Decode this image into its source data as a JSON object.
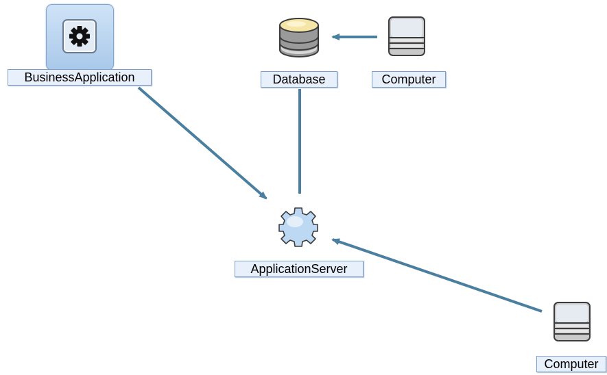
{
  "diagram": {
    "nodes": [
      {
        "id": "business-application",
        "label": "BusinessApplication",
        "icon": "gear-icon",
        "selected": true
      },
      {
        "id": "database",
        "label": "Database",
        "icon": "database-icon",
        "selected": false
      },
      {
        "id": "computer-top",
        "label": "Computer",
        "icon": "server-icon",
        "selected": false
      },
      {
        "id": "application-server",
        "label": "ApplicationServer",
        "icon": "app-server-gear-icon",
        "selected": false
      },
      {
        "id": "computer-bottom",
        "label": "Computer",
        "icon": "server-icon",
        "selected": false
      }
    ],
    "edges": [
      {
        "from": "business-application",
        "to": "application-server",
        "arrow": true
      },
      {
        "from": "computer-top",
        "to": "database",
        "arrow": true
      },
      {
        "from": "database",
        "to": "application-server",
        "arrow": false
      },
      {
        "from": "computer-bottom",
        "to": "application-server",
        "arrow": true
      }
    ],
    "colors": {
      "edge": "#4a7f9f",
      "label_bg": "#e8f0fb",
      "label_border": "#7d9ec6",
      "selection": "#a9c9ea",
      "database_top": "#f5e6a8",
      "server_body": "#c9c9c9"
    }
  }
}
